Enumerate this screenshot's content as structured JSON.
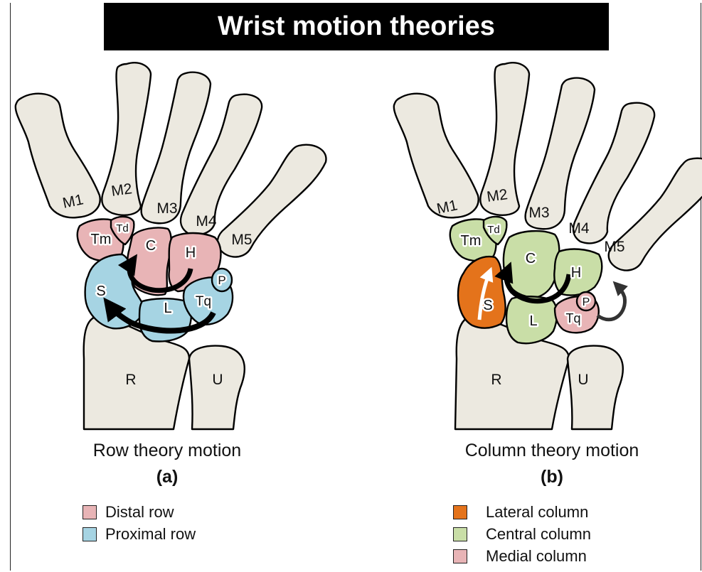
{
  "title": "Wrist motion theories",
  "colors": {
    "bone": "#ece9e0",
    "distal_row": "#e8b4b6",
    "proximal_row": "#a6d4e3",
    "lateral_column": "#e4731b",
    "central_column": "#c9dea7",
    "medial_column": "#e8b4b6"
  },
  "panel_a": {
    "caption": "Row theory motion",
    "label": "(a)",
    "bones": {
      "m1": "M1",
      "m2": "M2",
      "m3": "M3",
      "m4": "M4",
      "m5": "M5",
      "tm": "Tm",
      "td": "Td",
      "c": "C",
      "h": "H",
      "s": "S",
      "l": "L",
      "tq": "Tq",
      "p": "P",
      "r": "R",
      "u": "U"
    },
    "legend": [
      {
        "label": "Distal row",
        "color": "#e8b4b6"
      },
      {
        "label": "Proximal row",
        "color": "#a6d4e3"
      }
    ]
  },
  "panel_b": {
    "caption": "Column theory motion",
    "label": "(b)",
    "bones": {
      "m1": "M1",
      "m2": "M2",
      "m3": "M3",
      "m4": "M4",
      "m5": "M5",
      "tm": "Tm",
      "td": "Td",
      "c": "C",
      "h": "H",
      "s": "S",
      "l": "L",
      "tq": "Tq",
      "p": "P",
      "r": "R",
      "u": "U"
    },
    "legend": [
      {
        "label": "Lateral column",
        "color": "#e4731b"
      },
      {
        "label": "Central column",
        "color": "#c9dea7"
      },
      {
        "label": "Medial column",
        "color": "#e8b4b6"
      }
    ]
  }
}
